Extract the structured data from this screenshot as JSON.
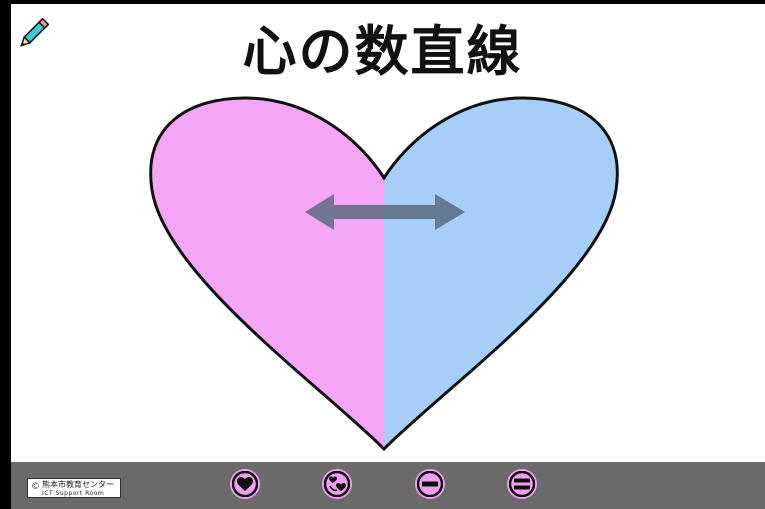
{
  "page": {
    "title": "心の数直線"
  },
  "heart": {
    "left_color": "#f4a6f5",
    "right_color": "#a7cef7",
    "outline_color": "#111111",
    "arrow_color": "#5b6a80"
  },
  "toolbar": {
    "logo_mark": "©",
    "logo_line1": "熊本市教育センター",
    "logo_line2": "ICT Support Room",
    "buttons": [
      {
        "icon": "heart-icon"
      },
      {
        "icon": "mixed-hearts-icon"
      },
      {
        "icon": "minus-icon"
      },
      {
        "icon": "equals-icon"
      }
    ]
  },
  "colors": {
    "toolbar_bg": "#6b6b6b",
    "button_bg": "#ef9ff0"
  }
}
